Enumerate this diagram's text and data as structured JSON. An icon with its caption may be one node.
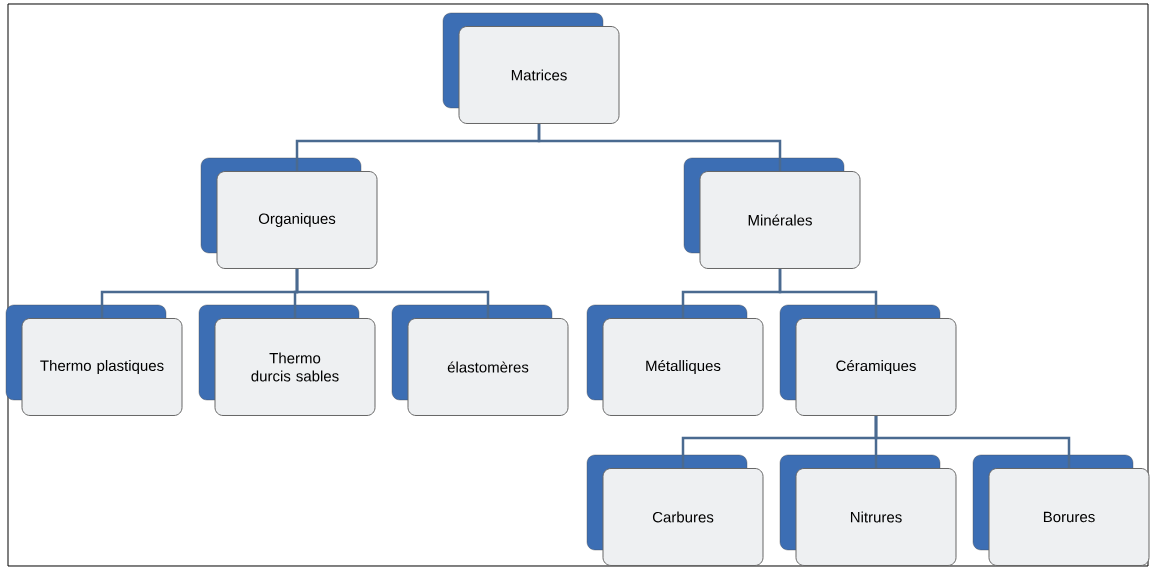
{
  "diagram": {
    "nodes": [
      {
        "text": [
          "Matrices"
        ]
      },
      {
        "text": [
          "Organiques"
        ]
      },
      {
        "text": [
          "Minérales"
        ]
      },
      {
        "text": [
          "Thermo plastiques"
        ]
      },
      {
        "text": [
          "Thermo durcis sables"
        ]
      },
      {
        "text": [
          "élastomères"
        ]
      },
      {
        "text": [
          "Métalliques"
        ]
      },
      {
        "text": [
          "Céramiques"
        ]
      },
      {
        "text": [
          "Carbures"
        ]
      },
      {
        "text": [
          "Nitrures"
        ]
      },
      {
        "text": [
          "Borures"
        ]
      }
    ],
    "edges": [
      {
        "from": 0,
        "to": 1,
        "arrow": "none"
      },
      {
        "from": 0,
        "to": 2,
        "arrow": "none"
      },
      {
        "from": 1,
        "to": 3,
        "arrow": "none"
      },
      {
        "from": 1,
        "to": 4,
        "arrow": "none"
      },
      {
        "from": 1,
        "to": 5,
        "arrow": "none"
      },
      {
        "from": 2,
        "to": 6,
        "arrow": "none"
      },
      {
        "from": 2,
        "to": 7,
        "arrow": "none"
      },
      {
        "from": 7,
        "to": 8,
        "arrow": "none"
      },
      {
        "from": 7,
        "to": 9,
        "arrow": "none"
      },
      {
        "from": 7,
        "to": 10,
        "arrow": "none"
      }
    ]
  }
}
